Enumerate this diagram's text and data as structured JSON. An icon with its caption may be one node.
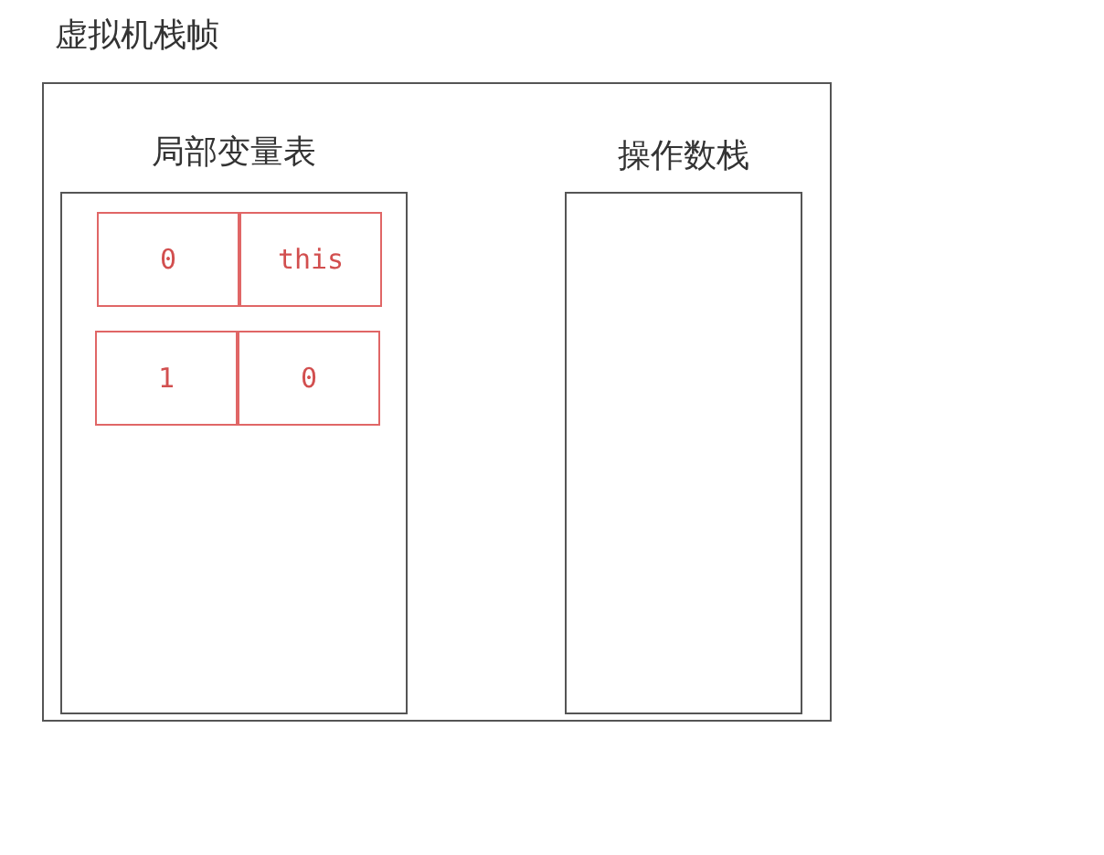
{
  "diagram": {
    "nodes": [
      {
        "text": [
          "虚拟机栈帧"
        ]
      },
      {
        "text": [
          "局部变量表"
        ],
        "in": 0
      },
      {
        "text": [
          "0"
        ],
        "in": 1
      },
      {
        "text": [
          "this"
        ],
        "in": 1
      },
      {
        "text": [
          "1"
        ],
        "in": 1
      },
      {
        "text": [
          "0"
        ],
        "in": 1
      },
      {
        "text": [
          "操作数栈"
        ],
        "in": 0
      }
    ]
  }
}
